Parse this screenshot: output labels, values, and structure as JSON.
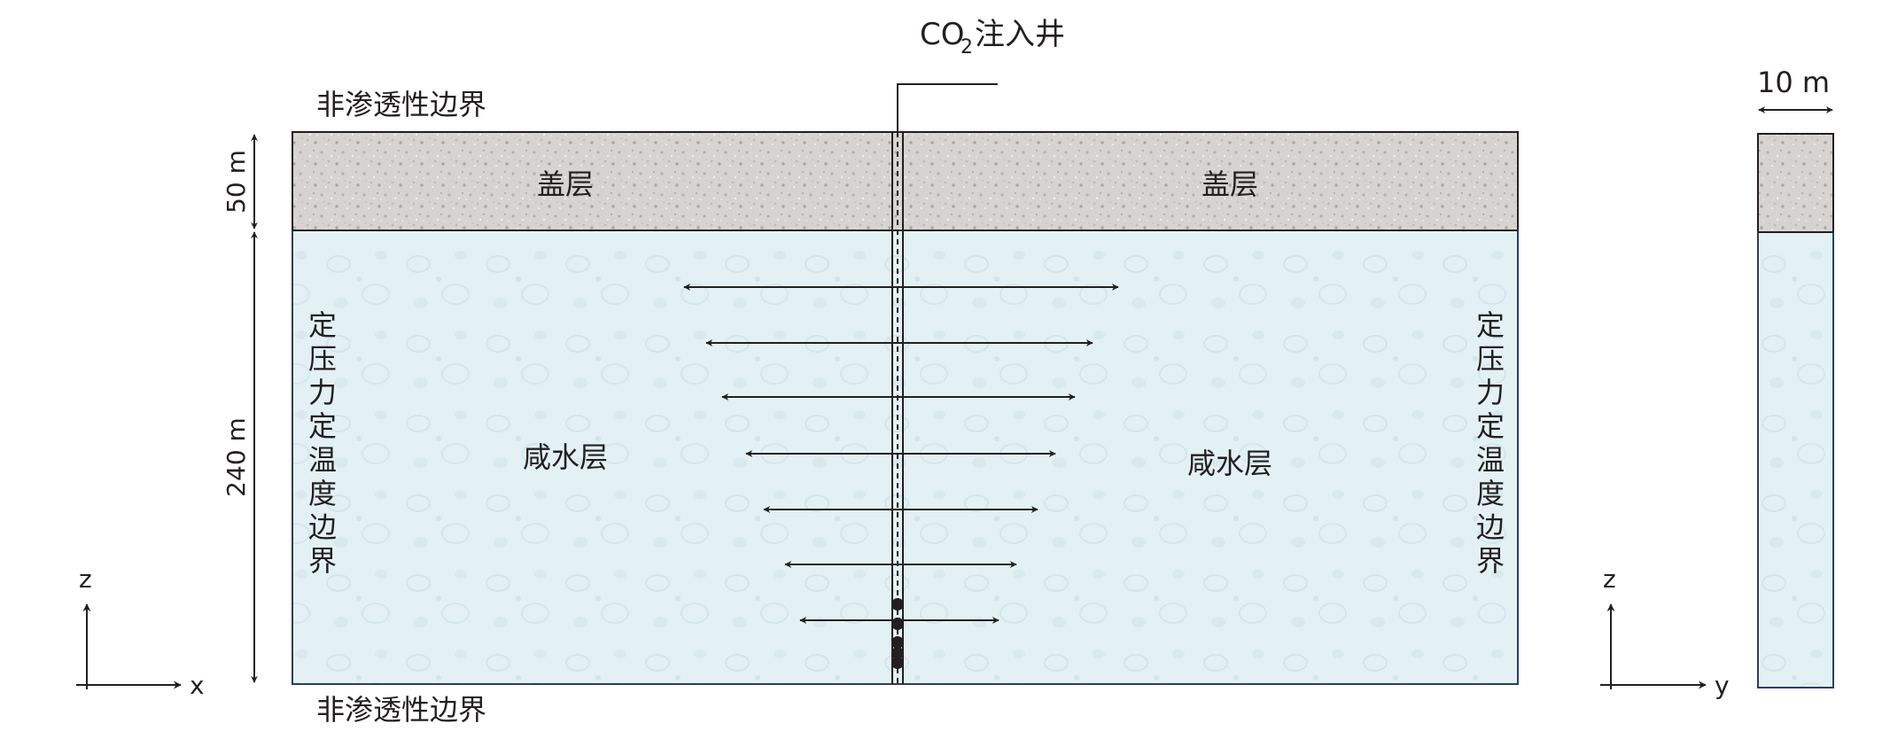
{
  "labels": {
    "well": {
      "main": "CO",
      "sub": "2",
      "suffix": "注入井"
    },
    "top_boundary": "非渗透性边界",
    "bottom_boundary": "非渗透性边界",
    "caprock_left": "盖层",
    "caprock_right": "盖层",
    "aquifer_left": "咸水层",
    "aquifer_right": "咸水层",
    "side_boundary_left": "定压力定温度边界",
    "side_boundary_right": "定压力定温度边界",
    "dim_caprock": "50 m",
    "dim_aquifer": "240 m",
    "dim_width": "10 m",
    "axis_z_left": "z",
    "axis_x": "x",
    "axis_z_right": "z",
    "axis_y": "y"
  },
  "colors": {
    "caprock_fill": "#d4d1cf",
    "aquifer_fill": "#e3f1f4",
    "line": "#231f20",
    "aquifer_border": "#2a3f5c"
  }
}
